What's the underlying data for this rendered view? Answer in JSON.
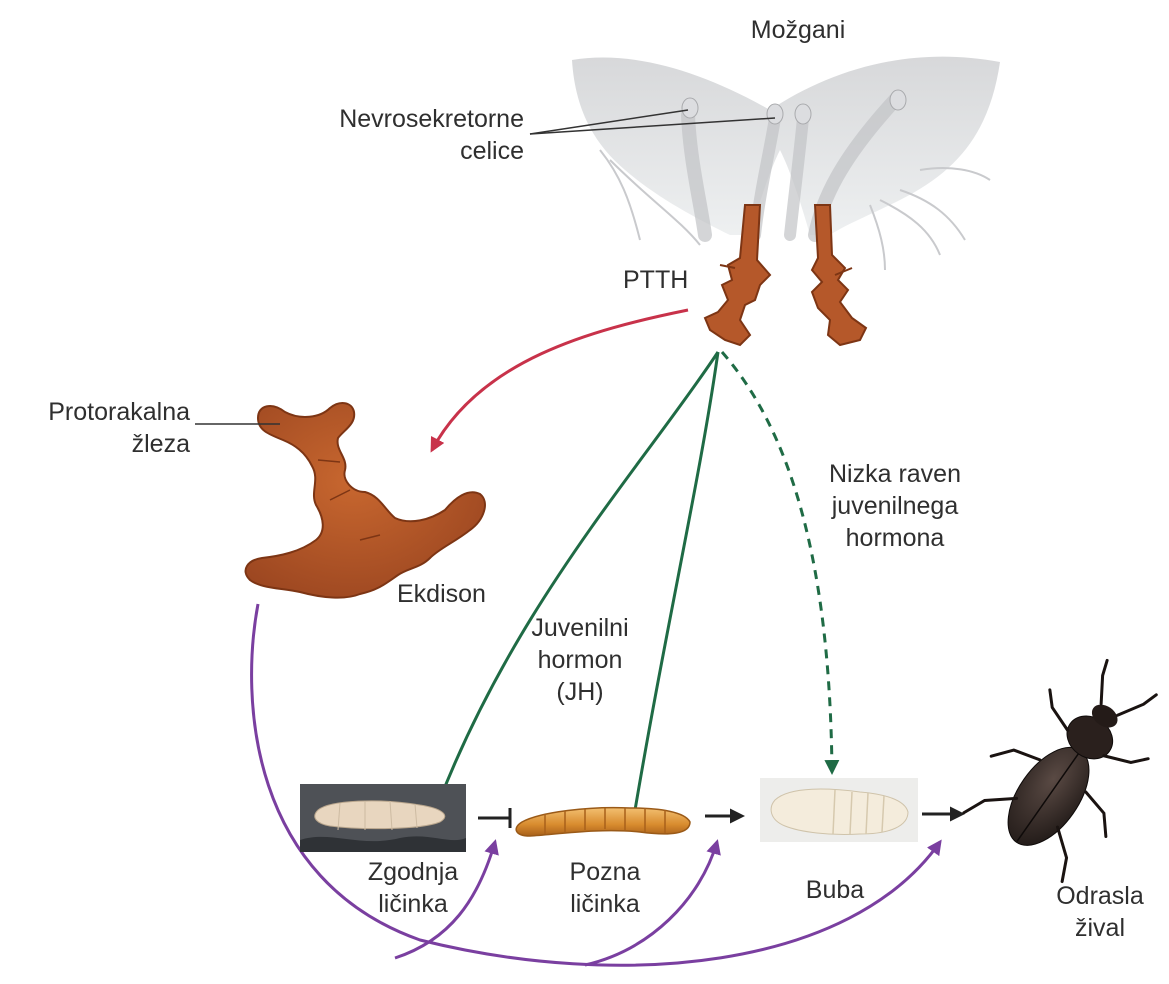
{
  "labels": {
    "brain": "Možgani",
    "neurosecretory": [
      "Nevrosekretorne",
      "celice"
    ],
    "ptth": "PTTH",
    "prothoracic_gland": [
      "Protorakalna",
      "žleza"
    ],
    "ecdysone": "Ekdison",
    "juvenile_hormone": [
      "Juvenilni",
      "hormon",
      "(JH)"
    ],
    "low_jh": [
      "Nizka raven",
      "juvenilnega",
      "hormona"
    ],
    "early_larva": [
      "Zgodnja",
      "ličinka"
    ],
    "late_larva": [
      "Pozna",
      "ličinka"
    ],
    "pupa": "Buba",
    "adult": [
      "Odrasla",
      "žival"
    ]
  },
  "colors": {
    "ptth_arrow": "#c8324a",
    "jh_arrow": "#1f6b45",
    "ecdysone_arrow": "#7a3fa0",
    "gland": "#b5582a",
    "gland_dark": "#7d3514",
    "brain": "#cfd0d2",
    "stage_arrow": "#222222"
  }
}
